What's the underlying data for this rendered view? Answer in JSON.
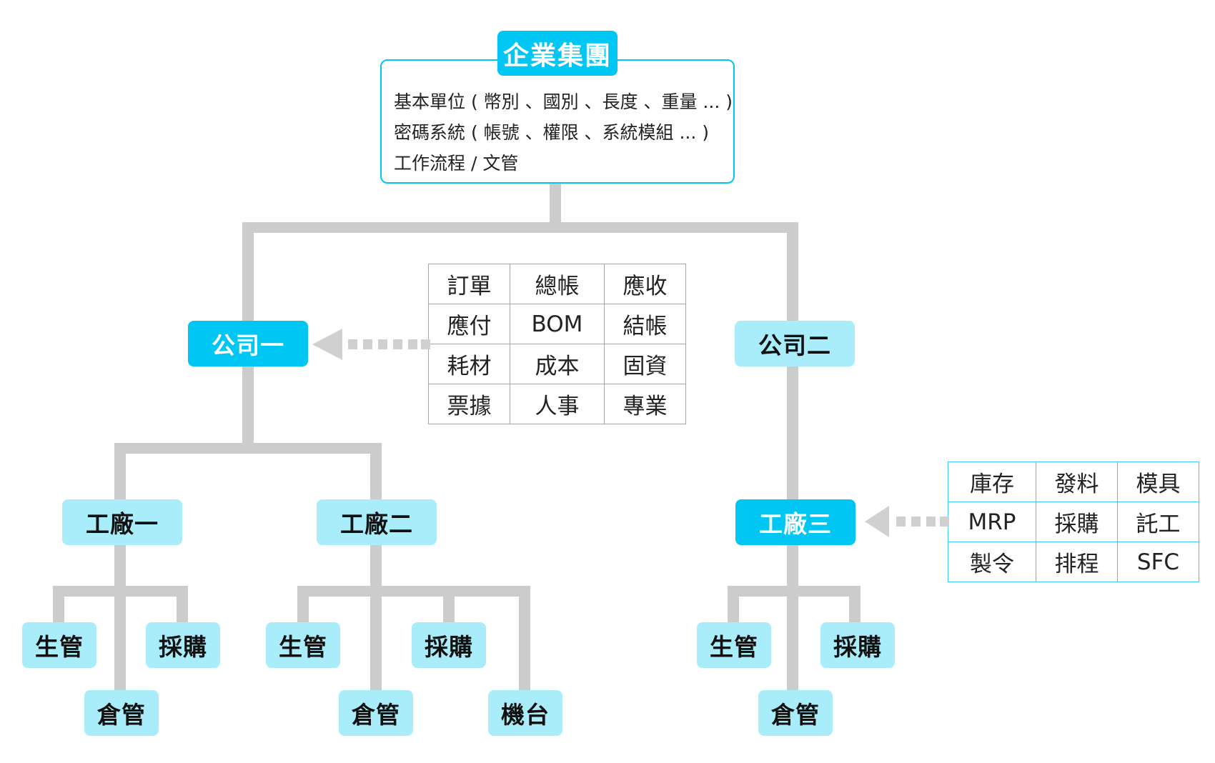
{
  "group": {
    "title": "企業集團",
    "lines": [
      "基本單位 ( 幣別 、國別 、長度 、重量 ... )",
      "密碼系統 ( 帳號 、權限 、系統模組 ... )",
      "工作流程 / 文管"
    ]
  },
  "company1": {
    "label": "公司一",
    "modules": [
      [
        "訂單",
        "總帳",
        "應收"
      ],
      [
        "應付",
        "BOM",
        "結帳"
      ],
      [
        "耗材",
        "成本",
        "固資"
      ],
      [
        "票據",
        "人事",
        "專業"
      ]
    ],
    "factory1": {
      "label": "工廠一",
      "children": [
        "生管",
        "採購",
        "倉管"
      ]
    },
    "factory2": {
      "label": "工廠二",
      "children": [
        "生管",
        "採購",
        "倉管",
        "機台"
      ]
    }
  },
  "company2": {
    "label": "公司二",
    "factory3": {
      "label": "工廠三",
      "modules": [
        [
          "庫存",
          "發料",
          "模具"
        ],
        [
          "MRP",
          "採購",
          "託工"
        ],
        [
          "製令",
          "排程",
          "SFC"
        ]
      ],
      "children": [
        "生管",
        "採購",
        "倉管"
      ]
    }
  },
  "colors": {
    "accent": "#00c6f3",
    "light": "#a9edfb",
    "connector": "#cccccc",
    "arrow": "#d0d0d0"
  }
}
